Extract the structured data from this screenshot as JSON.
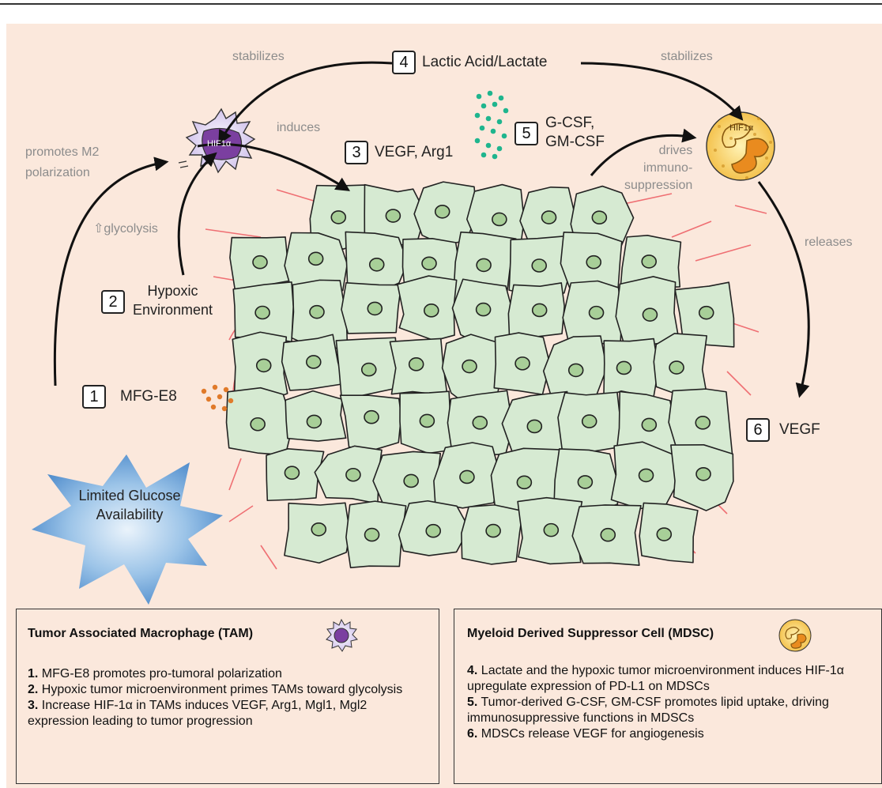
{
  "labels": {
    "step1_num": "1",
    "step1": "MFG-E8",
    "step2_num": "2",
    "step2_line1": "Hypoxic",
    "step2_line2": "Environment",
    "step3_num": "3",
    "step3": "VEGF, Arg1",
    "step4_num": "4",
    "step4": "Lactic Acid/Lactate",
    "step5_num": "5",
    "step5_line1": "G-CSF,",
    "step5_line2": "GM-CSF",
    "step6_num": "6",
    "step6": "VEGF",
    "stabilizes_left": "stabilizes",
    "stabilizes_right": "stabilizes",
    "induces": "induces",
    "promotes_line1": "promotes M2",
    "promotes_line2": "polarization",
    "glycolysis": "⇧glycolysis",
    "drives_line1": "drives",
    "drives_line2": "immuno-",
    "drives_line3": "suppression",
    "releases": "releases",
    "glucose_line1": "Limited Glucose",
    "glucose_line2": "Availability",
    "hif_tam": "HIF1α",
    "hif_mdsc": "HIF1α"
  },
  "tam_panel": {
    "title": "Tumor Associated Macrophage (TAM)",
    "items": [
      {
        "num": "1.",
        "text": " MFG-E8  promotes pro-tumoral polarization"
      },
      {
        "num": "2.",
        "text": " Hypoxic tumor microenvironment primes TAMs toward glycolysis"
      },
      {
        "num": "3.",
        "text": " Increase HIF-1α in TAMs induces VEGF, Arg1, Mgl1, Mgl2 expression leading to tumor progression"
      }
    ]
  },
  "mdsc_panel": {
    "title": "Myeloid Derived Suppressor Cell (MDSC)",
    "items": [
      {
        "num": "4.",
        "text": " Lactate and the hypoxic tumor microenvironment induces HIF-1α upregulate expression of PD-L1 on MDSCs"
      },
      {
        "num": "5.",
        "text": " Tumor-derived G-CSF, GM-CSF promotes lipid uptake, driving immunosuppressive functions in MDSCs"
      },
      {
        "num": "6.",
        "text": " MDSCs release VEGF for angiogenesis"
      }
    ]
  },
  "colors": {
    "background": "#fbe8dc",
    "tumor_cell_fill": "#d6ead2",
    "tumor_nucleus": "#a8cf98",
    "tam_purple": "#7b3fa0",
    "mdsc_yellow": "#f3c43e",
    "mdsc_orange": "#e98b1f",
    "gcsf_dots": "#1fb58e",
    "mfg_dots": "#e07a2a",
    "vessel_red": "#ef6f73",
    "star_blue": "#5b9bd5"
  }
}
